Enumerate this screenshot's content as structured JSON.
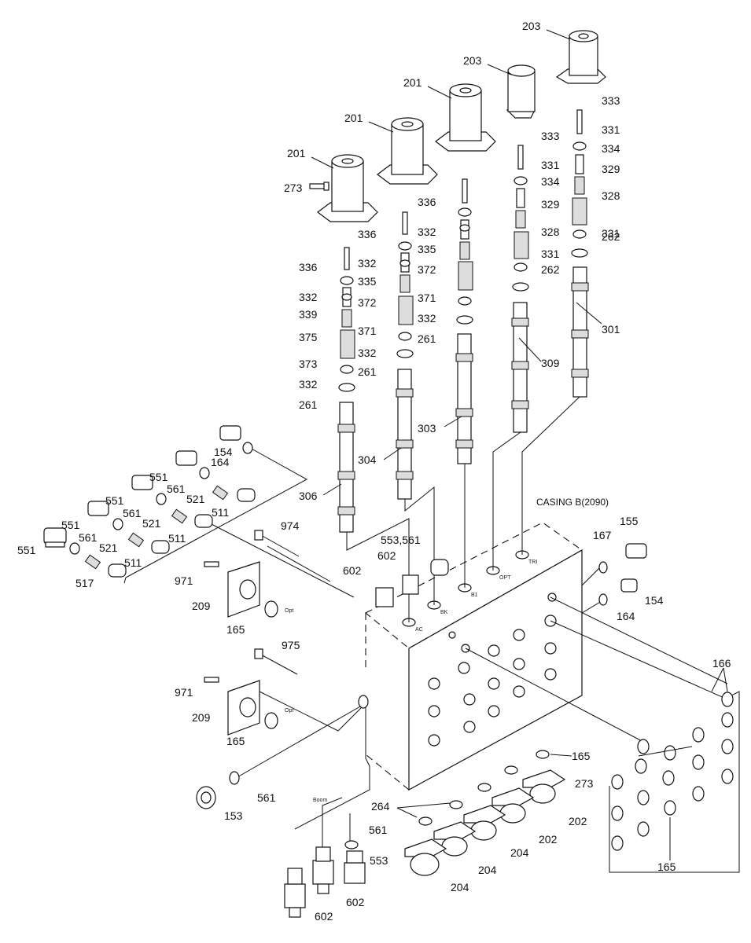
{
  "title": "CASING B(2090)",
  "port_labels": {
    "ac": "AC",
    "bk": "BK",
    "b1": "B1",
    "opt": "OPT",
    "tr": "TRI",
    "opt_small": "Opt",
    "boom": "Boom"
  },
  "part_labels": {
    "p203a": "203",
    "p203b": "203",
    "p201a": "201",
    "p201b": "201",
    "p201c": "201",
    "p273a": "273",
    "p333a": "333",
    "p333b": "333",
    "p331a": "331",
    "p331b": "331",
    "p331c": "331",
    "p331d": "331",
    "p334a": "334",
    "p334b": "334",
    "p329a": "329",
    "p329b": "329",
    "p328a": "328",
    "p328b": "328",
    "p262a": "262",
    "p262b": "262",
    "p336a": "336",
    "p336b": "336",
    "p336c": "336",
    "p332a": "332",
    "p332b": "332",
    "p332c": "332",
    "p332d": "332",
    "p332e": "332",
    "p332f": "332",
    "p335a": "335",
    "p335b": "335",
    "p372a": "372",
    "p372b": "372",
    "p371a": "371",
    "p371b": "371",
    "p339": "339",
    "p375": "375",
    "p373": "373",
    "p261a": "261",
    "p261b": "261",
    "p261c": "261",
    "p301": "301",
    "p309": "309",
    "p303": "303",
    "p304": "304",
    "p306": "306",
    "p154a": "154",
    "p164a": "164",
    "p551a": "551",
    "p551b": "551",
    "p551c": "551",
    "p551d": "551",
    "p561a": "561",
    "p561b": "561",
    "p561c": "561",
    "p521a": "521",
    "p521b": "521",
    "p521c": "521",
    "p511a": "511",
    "p511b": "511",
    "p511c": "511",
    "p517": "517",
    "p974": "974",
    "p553_561": "553,561",
    "p602a": "602",
    "p602b": "602",
    "p971a": "971",
    "p209a": "209",
    "p165a": "165",
    "p155": "155",
    "p167": "167",
    "p154b": "154",
    "p164b": "164",
    "p975": "975",
    "p971b": "971",
    "p209b": "209",
    "p165b": "165",
    "p166": "166",
    "p165c": "165",
    "p273b": "273",
    "p202a": "202",
    "p202b": "202",
    "p264": "264",
    "p204a": "204",
    "p204b": "204",
    "p204c": "204",
    "p561d": "561",
    "p561e": "561",
    "p553": "553",
    "p153": "153",
    "p602c": "602",
    "p602d": "602",
    "p165d": "165"
  }
}
